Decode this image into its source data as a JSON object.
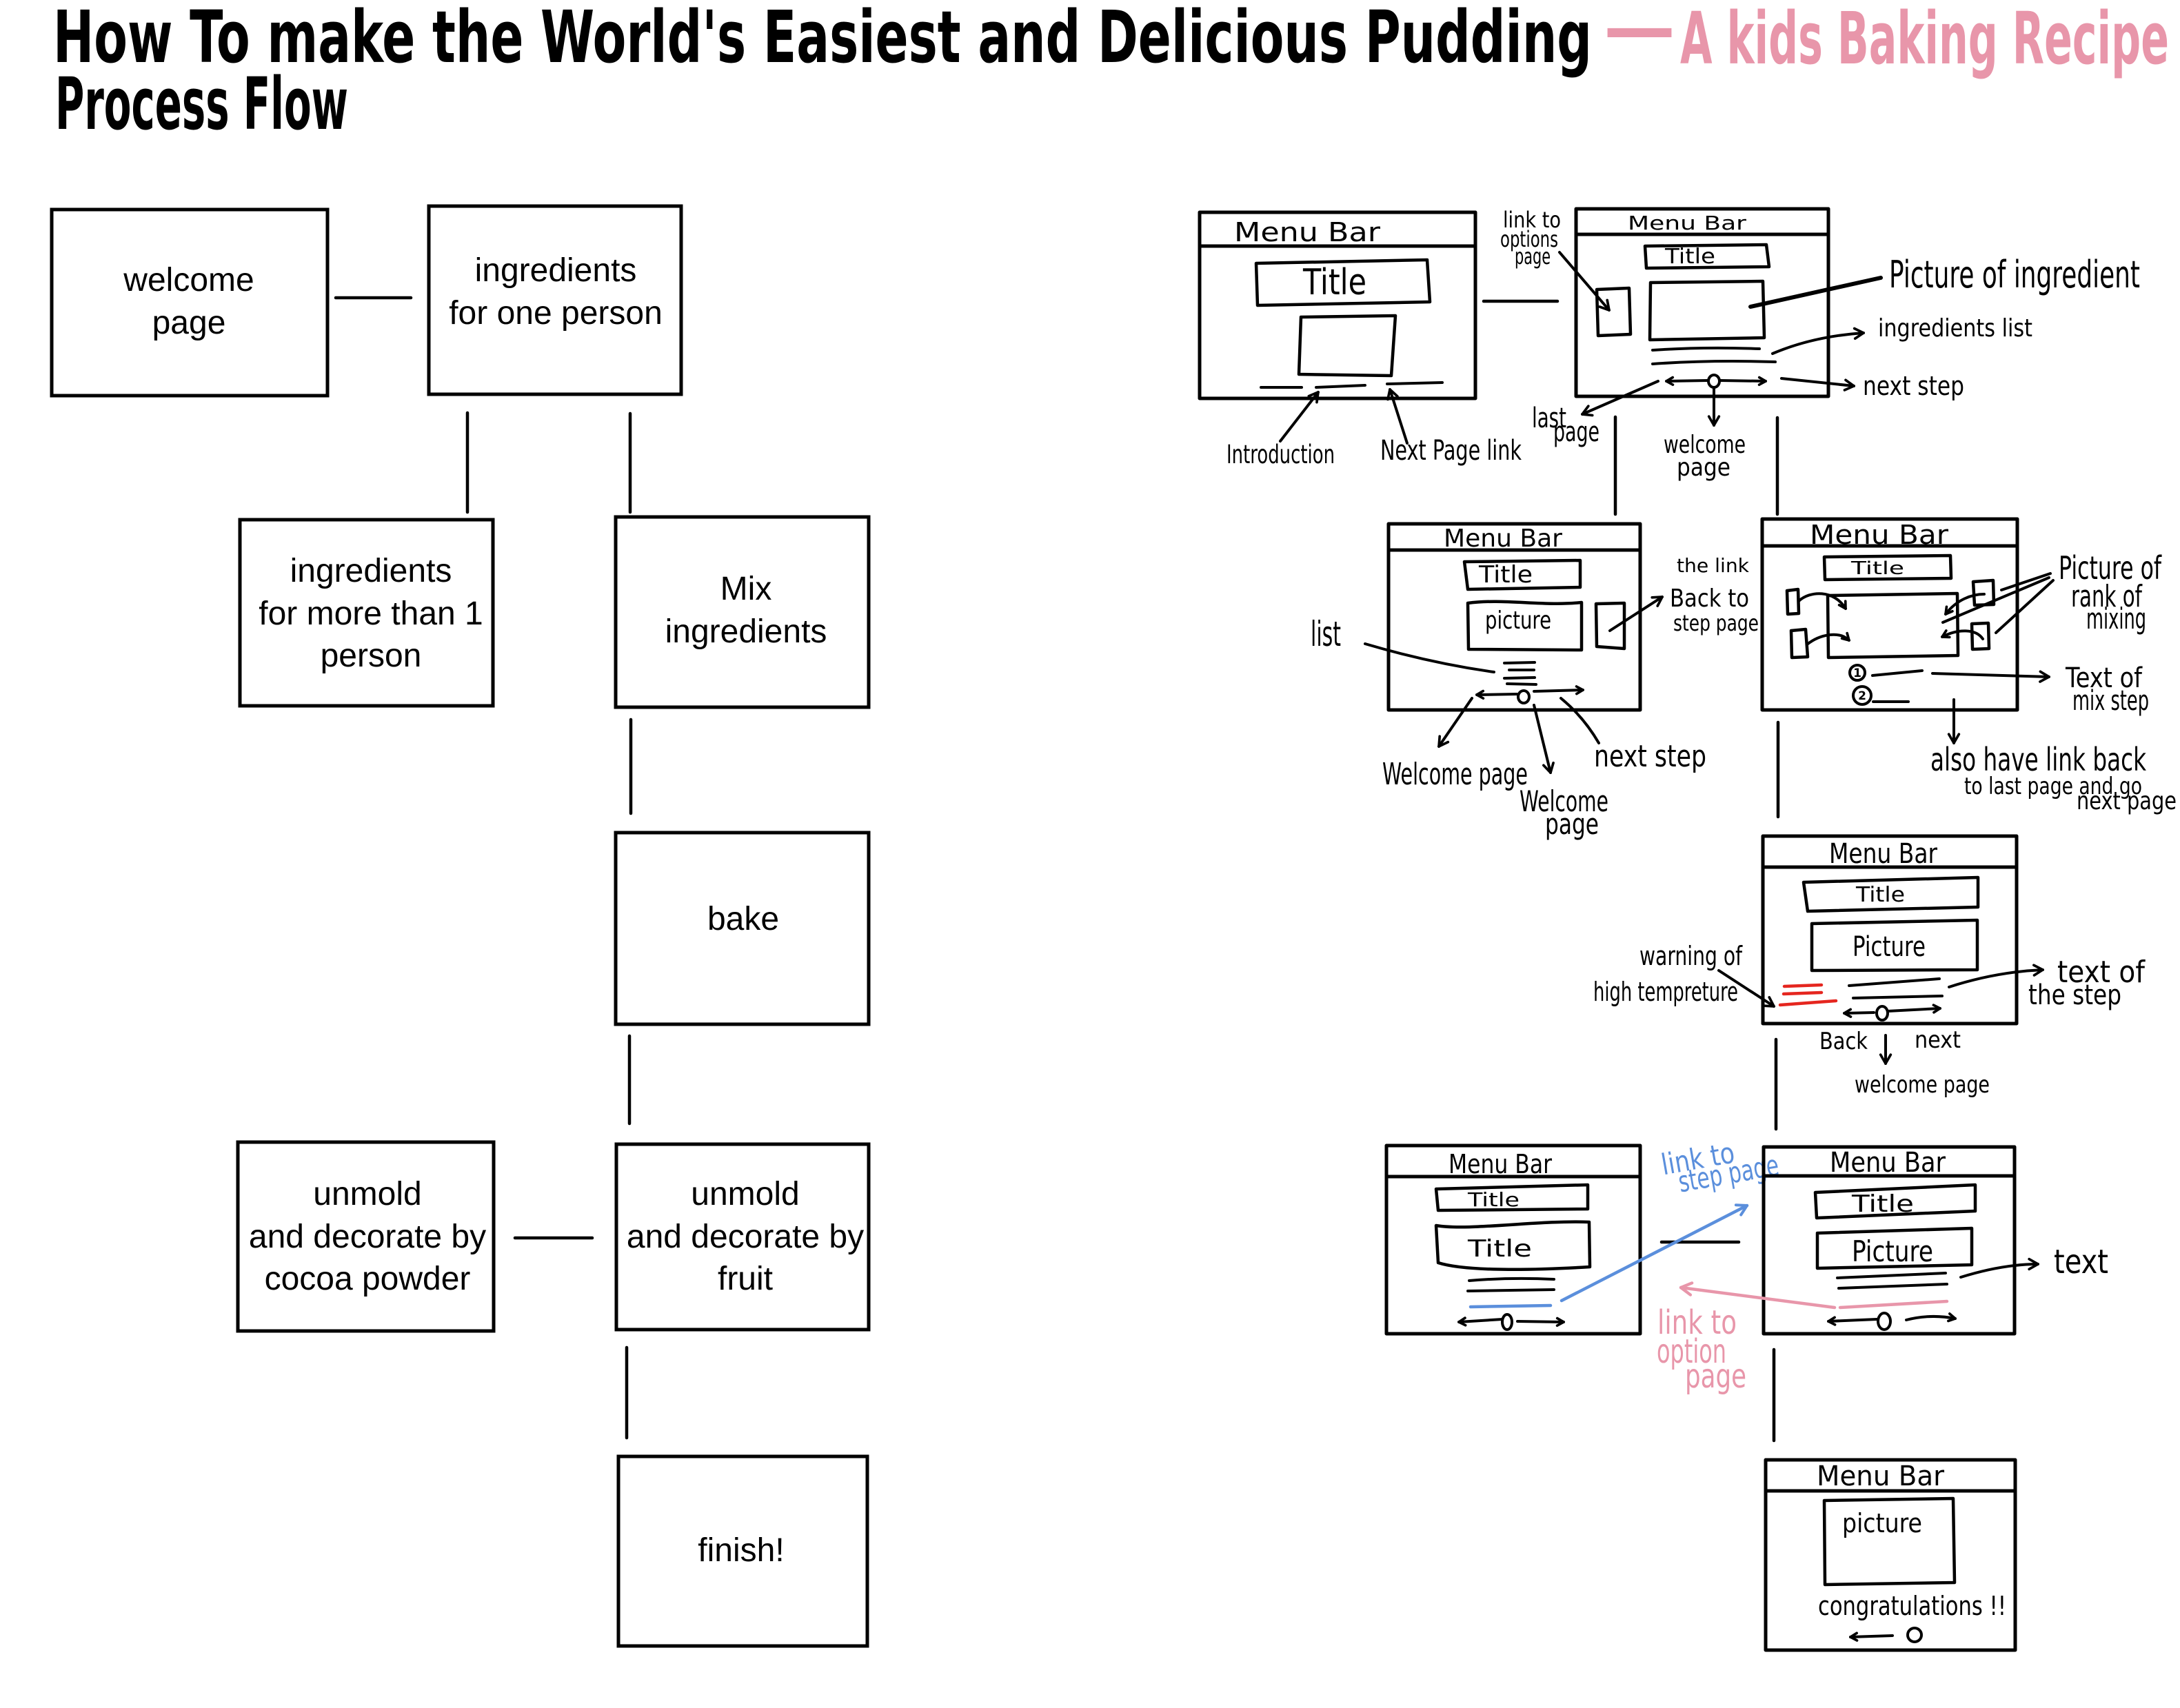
{
  "header": {
    "title": "How To make the World's Easiest and Delicious Pudding",
    "separator": "—",
    "tagline": "A kids Baking Recipe",
    "subtitle": "Process Flow"
  },
  "colors": {
    "ink": "#000000",
    "tagline_pink": "#e896aa",
    "warning_red": "#e5261f",
    "link_blue": "#5b8fdc",
    "link_pink": "#e896aa"
  },
  "process_flow": {
    "steps": [
      {
        "lines": [
          "welcome",
          "page"
        ]
      },
      {
        "lines": [
          "ingredients",
          "for one person"
        ]
      },
      {
        "lines": [
          "ingredients",
          "for more than 1",
          "person"
        ]
      },
      {
        "lines": [
          "Mix",
          "ingredients"
        ]
      },
      {
        "lines": [
          "bake"
        ]
      },
      {
        "lines": [
          "unmold",
          "and decorate by",
          "cocoa powder"
        ]
      },
      {
        "lines": [
          "unmold",
          "and decorate by",
          "fruit"
        ]
      },
      {
        "lines": [
          "finish!"
        ]
      }
    ]
  },
  "wireframes": {
    "welcome": {
      "menu_bar": "Menu Bar",
      "title": "Title",
      "notes": {
        "introduction": "Introduction",
        "next_page_link": "Next Page link"
      }
    },
    "ingredients_one": {
      "menu_bar": "Menu Bar",
      "title": "Title",
      "notes": {
        "options_link": [
          "link to",
          "options",
          "page"
        ],
        "picture": "Picture of ingredient",
        "ingredients_list": "ingredients list",
        "next_step": "next step",
        "last_page": [
          "last",
          "page"
        ],
        "welcome_page": [
          "welcome",
          "page"
        ]
      }
    },
    "ingredients_more": {
      "menu_bar": "Menu Bar",
      "title": "Title",
      "picture": "picture",
      "notes": {
        "list": "list",
        "back_link": [
          "the link",
          "Back to",
          "step page"
        ],
        "welcome_page_left": "Welcome page",
        "welcome_page_center": [
          "Welcome",
          "page"
        ],
        "next_step": "next step"
      }
    },
    "mix": {
      "menu_bar": "Menu Bar",
      "title": "Title",
      "step_numbers": [
        "1",
        "2"
      ],
      "notes": {
        "pictures": [
          "Picture of",
          "rank of",
          "mixing"
        ],
        "step_text": [
          "Text of",
          "mix step"
        ],
        "navigation": [
          "also have link back",
          "to last page and go",
          "next page"
        ]
      }
    },
    "bake": {
      "menu_bar": "Menu Bar",
      "title": "Title",
      "picture": "Picture",
      "notes": {
        "warning": [
          "warning of",
          "high tempreture"
        ],
        "step_text": [
          "text of",
          "the step"
        ],
        "back": "Back",
        "next": "next",
        "welcome_page": "welcome page"
      }
    },
    "unmold_cocoa": {
      "menu_bar": "Menu Bar",
      "title": "Title",
      "second_title": "Title",
      "notes": {
        "step_link": [
          "link to",
          "step page"
        ]
      }
    },
    "unmold_fruit": {
      "menu_bar": "Menu Bar",
      "title": "Title",
      "picture": "Picture",
      "notes": {
        "text": "text",
        "option_link": [
          "link to",
          "option",
          "page"
        ]
      }
    },
    "finish": {
      "menu_bar": "Menu Bar",
      "picture": "picture",
      "message": "congratulations !!"
    }
  }
}
